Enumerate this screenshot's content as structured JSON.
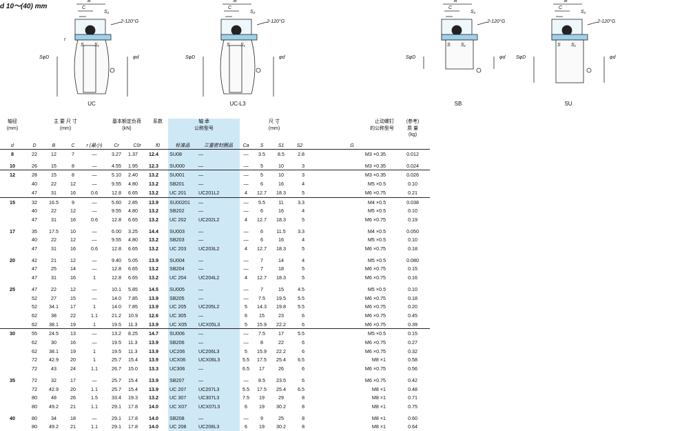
{
  "header": {
    "title": "d 10～(40) mm"
  },
  "figures": [
    {
      "label": "UC",
      "dims": {
        "b": "B",
        "c": "C",
        "s2": "S₂",
        "s": "S",
        "s1": "S₁",
        "r": "r",
        "sd": "SφD",
        "d": "φd",
        "g": "2-120°G"
      }
    },
    {
      "label": "UC-L3",
      "dims": {
        "b": "B",
        "c": "C",
        "s2": "S₂",
        "s": "S",
        "s1": "S₁",
        "r": "",
        "sd": "SφD",
        "d": "φd",
        "g": "2-120°G"
      }
    },
    {
      "label": "SB",
      "dims": {
        "b": "B",
        "c": "C",
        "s2": "S₂",
        "s": "S",
        "s1": "S₁",
        "r": "",
        "sd": "SφD",
        "d": "φd",
        "g": "2-120°G"
      }
    },
    {
      "label": "SU",
      "dims": {
        "b": "B",
        "c": "C",
        "s2": "S₂",
        "s": "S",
        "s1": "S₁",
        "r": "",
        "sd": "SφD",
        "d": "φd",
        "g": "2-120°G"
      }
    }
  ],
  "table": {
    "headers": {
      "shaft": "轴径",
      "shaft_unit": "(mm)",
      "main_dims": "主 要 尺 寸",
      "main_unit": "(mm)",
      "load": "基本额定负荷",
      "load_unit": "(kN)",
      "factor": "系数",
      "code": "轴 承",
      "code2": "公称型号",
      "dims": "尺 寸",
      "dims_unit": "(mm)",
      "screw": "止动螺钉",
      "screw2": "的公称型号",
      "mass": "(参考)",
      "mass2": "质 量",
      "mass_unit": "(kg)"
    },
    "subheaders": [
      "d",
      "D",
      "B",
      "C",
      "r (最小)",
      "Cr",
      "C0r",
      "f0",
      "标准品",
      "三重密封圈品",
      "Ca",
      "S",
      "S1",
      "S2",
      "G",
      ""
    ],
    "groups": [
      [
        [
          "8",
          "22",
          "12",
          "7",
          "—",
          "3.27",
          "1.37",
          "12.4",
          "SU08",
          "—",
          "—",
          "3.5",
          "8.5",
          "2.8",
          "M3 ×0.35",
          "0.012"
        ],
        [
          "10",
          "26",
          "15",
          "8",
          "—",
          "4.55",
          "1.95",
          "12.3",
          "SU000",
          "—",
          "—",
          "5",
          "10",
          "3",
          "M3 ×0.35",
          "0.024"
        ]
      ],
      [
        [
          "12",
          "28",
          "15",
          "8",
          "—",
          "5.10",
          "2.40",
          "13.2",
          "SU001",
          "—",
          "—",
          "5",
          "10",
          "3",
          "M3 ×0.35",
          "0.026"
        ],
        [
          "",
          "40",
          "22",
          "12",
          "—",
          "9.55",
          "4.80",
          "13.2",
          "SB201",
          "—",
          "—",
          "6",
          "16",
          "4",
          "M5 ×0.5",
          "0.10"
        ],
        [
          "",
          "47",
          "31",
          "16",
          "0.6",
          "12.8",
          "6.65",
          "13.2",
          "UC 201",
          "UC201L2",
          "4",
          "12.7",
          "18.3",
          "5",
          "M6 ×0.75",
          "0.21"
        ]
      ],
      [
        [
          "15",
          "32",
          "16.5",
          "9",
          "—",
          "5.60",
          "2.85",
          "13.9",
          "SU00201",
          "—",
          "—",
          "5.5",
          "11",
          "3.3",
          "M4 ×0.5",
          "0.038"
        ],
        [
          "",
          "40",
          "22",
          "12",
          "—",
          "9.55",
          "4.80",
          "13.2",
          "SB202",
          "—",
          "—",
          "6",
          "16",
          "4",
          "M5 ×0.5",
          "0.10"
        ],
        [
          "",
          "47",
          "31",
          "16",
          "0.6",
          "12.8",
          "6.65",
          "13.2",
          "UC 202",
          "UC202L2",
          "4",
          "12.7",
          "18.3",
          "5",
          "M6 ×0.75",
          "0.19"
        ],
        [
          "17",
          "35",
          "17.5",
          "10",
          "—",
          "6.00",
          "3.25",
          "14.4",
          "SU003",
          "—",
          "—",
          "6",
          "11.5",
          "3.3",
          "M4 ×0.5",
          "0.050"
        ],
        [
          "",
          "40",
          "22",
          "12",
          "—",
          "9.55",
          "4.80",
          "13.2",
          "SB203",
          "—",
          "—",
          "6",
          "16",
          "4",
          "M5 ×0.5",
          "0.10"
        ],
        [
          "",
          "47",
          "31",
          "16",
          "0.6",
          "12.8",
          "6.65",
          "13.2",
          "UC 203",
          "UC203L2",
          "4",
          "12.7",
          "18.3",
          "5",
          "M6 ×0.75",
          "0.18"
        ],
        [
          "20",
          "42",
          "21",
          "12",
          "—",
          "9.40",
          "5.05",
          "13.9",
          "SU004",
          "—",
          "—",
          "7",
          "14",
          "4",
          "M5 ×0.5",
          "0.080"
        ],
        [
          "",
          "47",
          "25",
          "14",
          "—",
          "12.8",
          "6.65",
          "13.2",
          "SB204",
          "—",
          "—",
          "7",
          "18",
          "5",
          "M6 ×0.75",
          "0.15"
        ],
        [
          "",
          "47",
          "31",
          "16",
          "1",
          "12.8",
          "6.65",
          "13.2",
          "UC 204",
          "UC204L2",
          "4",
          "12.7",
          "18.3",
          "5",
          "M6 ×0.75",
          "0.16"
        ],
        [
          "25",
          "47",
          "22",
          "12",
          "—",
          "10.1",
          "5.85",
          "14.5",
          "SU005",
          "—",
          "—",
          "7",
          "15",
          "4.5",
          "M5 ×0.5",
          "0.10"
        ],
        [
          "",
          "52",
          "27",
          "15",
          "—",
          "14.0",
          "7.85",
          "13.9",
          "SB205",
          "—",
          "—",
          "7.5",
          "19.5",
          "5.5",
          "M6 ×0.75",
          "0.18"
        ],
        [
          "",
          "52",
          "34.1",
          "17",
          "1",
          "14.0",
          "7.85",
          "13.9",
          "UC 205",
          "UC205L2",
          "5",
          "14.3",
          "19.8",
          "5.5",
          "M6 ×0.75",
          "0.20"
        ],
        [
          "",
          "62",
          "38",
          "22",
          "1.1",
          "21.2",
          "10.9",
          "12.6",
          "UC 305",
          "—",
          "6",
          "15",
          "23",
          "6",
          "M6 ×0.75",
          "0.45"
        ],
        [
          "",
          "62",
          "38.1",
          "19",
          "1",
          "19.5",
          "11.3",
          "13.9",
          "UC X05",
          "UCX05L3",
          "5",
          "15.9",
          "22.2",
          "6",
          "M6 ×0.75",
          "0.39"
        ]
      ],
      [
        [
          "30",
          "55",
          "24.5",
          "13",
          "—",
          "13.2",
          "8.25",
          "14.7",
          "SU006",
          "—",
          "—",
          "7.5",
          "17",
          "5.5",
          "M5 ×0.5",
          "0.15"
        ],
        [
          "",
          "62",
          "30",
          "16",
          "—",
          "19.5",
          "11.3",
          "13.9",
          "SB206",
          "—",
          "—",
          "8",
          "22",
          "6",
          "M6 ×0.75",
          "0.27"
        ],
        [
          "",
          "62",
          "38.1",
          "19",
          "1",
          "19.5",
          "11.3",
          "13.9",
          "UC206",
          "UC206L3",
          "5",
          "15.9",
          "22.2",
          "6",
          "M6 ×0.75",
          "0.32"
        ],
        [
          "",
          "72",
          "42.9",
          "20",
          "1",
          "25.7",
          "15.4",
          "13.9",
          "UCX06",
          "UCX06L3",
          "5.5",
          "17.5",
          "25.4",
          "6.5",
          "M8 ×1",
          "0.58"
        ],
        [
          "",
          "72",
          "43",
          "24",
          "1.1",
          "26.7",
          "15.0",
          "13.3",
          "UC306",
          "—",
          "6.5",
          "17",
          "26",
          "6",
          "M6 ×0.75",
          "0.56"
        ],
        [
          "35",
          "72",
          "32",
          "17",
          "—",
          "25.7",
          "15.4",
          "13.9",
          "SB207",
          "—",
          "—",
          "8.5",
          "23.5",
          "6",
          "M6 ×0.75",
          "0.42"
        ],
        [
          "",
          "72",
          "42.9",
          "20",
          "1.1",
          "25.7",
          "15.4",
          "13.9",
          "UC 207",
          "UC207L3",
          "5.5",
          "17.5",
          "25.4",
          "6.5",
          "M8 ×1",
          "0.48"
        ],
        [
          "",
          "80",
          "48",
          "26",
          "1.5",
          "33.4",
          "19.3",
          "13.2",
          "UC 307",
          "UC307L3",
          "7.5",
          "19",
          "29",
          "8",
          "M8 ×1",
          "0.71"
        ],
        [
          "",
          "80",
          "49.2",
          "21",
          "1.1",
          "29.1",
          "17.8",
          "14.0",
          "UC X07",
          "UCX07L3",
          "6",
          "19",
          "30.2",
          "8",
          "M8 ×1",
          "0.75"
        ],
        [
          "40",
          "80",
          "34",
          "18",
          "—",
          "29.1",
          "17.8",
          "14.0",
          "SB208",
          "—",
          "—",
          "9",
          "25",
          "8",
          "M8 ×1",
          "0.60"
        ],
        [
          "",
          "80",
          "49.2",
          "21",
          "1.1",
          "29.1",
          "17.8",
          "14.0",
          "UC 208",
          "UC208L3",
          "6",
          "19",
          "30.2",
          "8",
          "M8 ×1",
          "0.64"
        ]
      ]
    ]
  }
}
